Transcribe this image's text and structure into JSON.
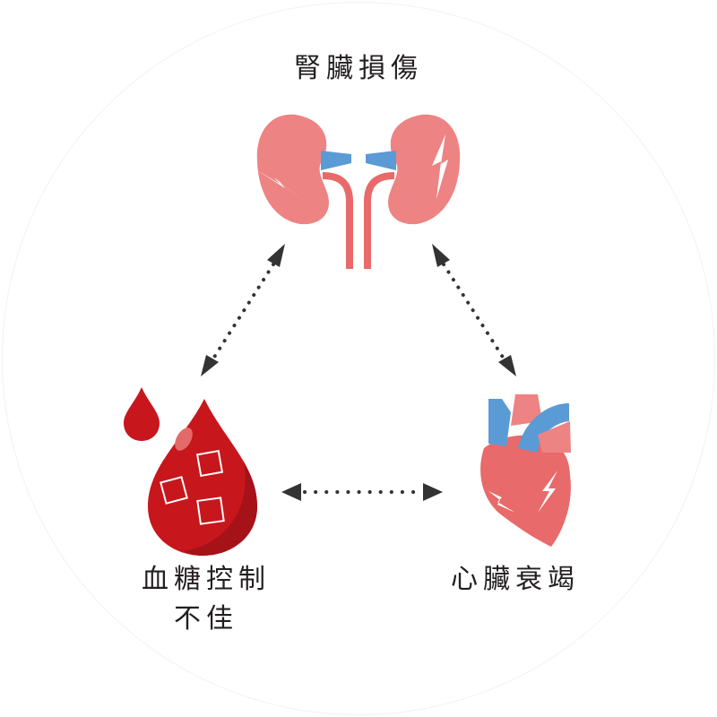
{
  "labels": {
    "kidney": "腎臟損傷",
    "blood_sugar_line1": "血糖控制",
    "blood_sugar_line2": "不佳",
    "heart": "心臟衰竭"
  },
  "colors": {
    "organ_pink": "#ee8383",
    "vessel_red": "#e86a6a",
    "vein_blue": "#5b9bd5",
    "blood_red": "#c8161d",
    "arrow": "#333333"
  }
}
